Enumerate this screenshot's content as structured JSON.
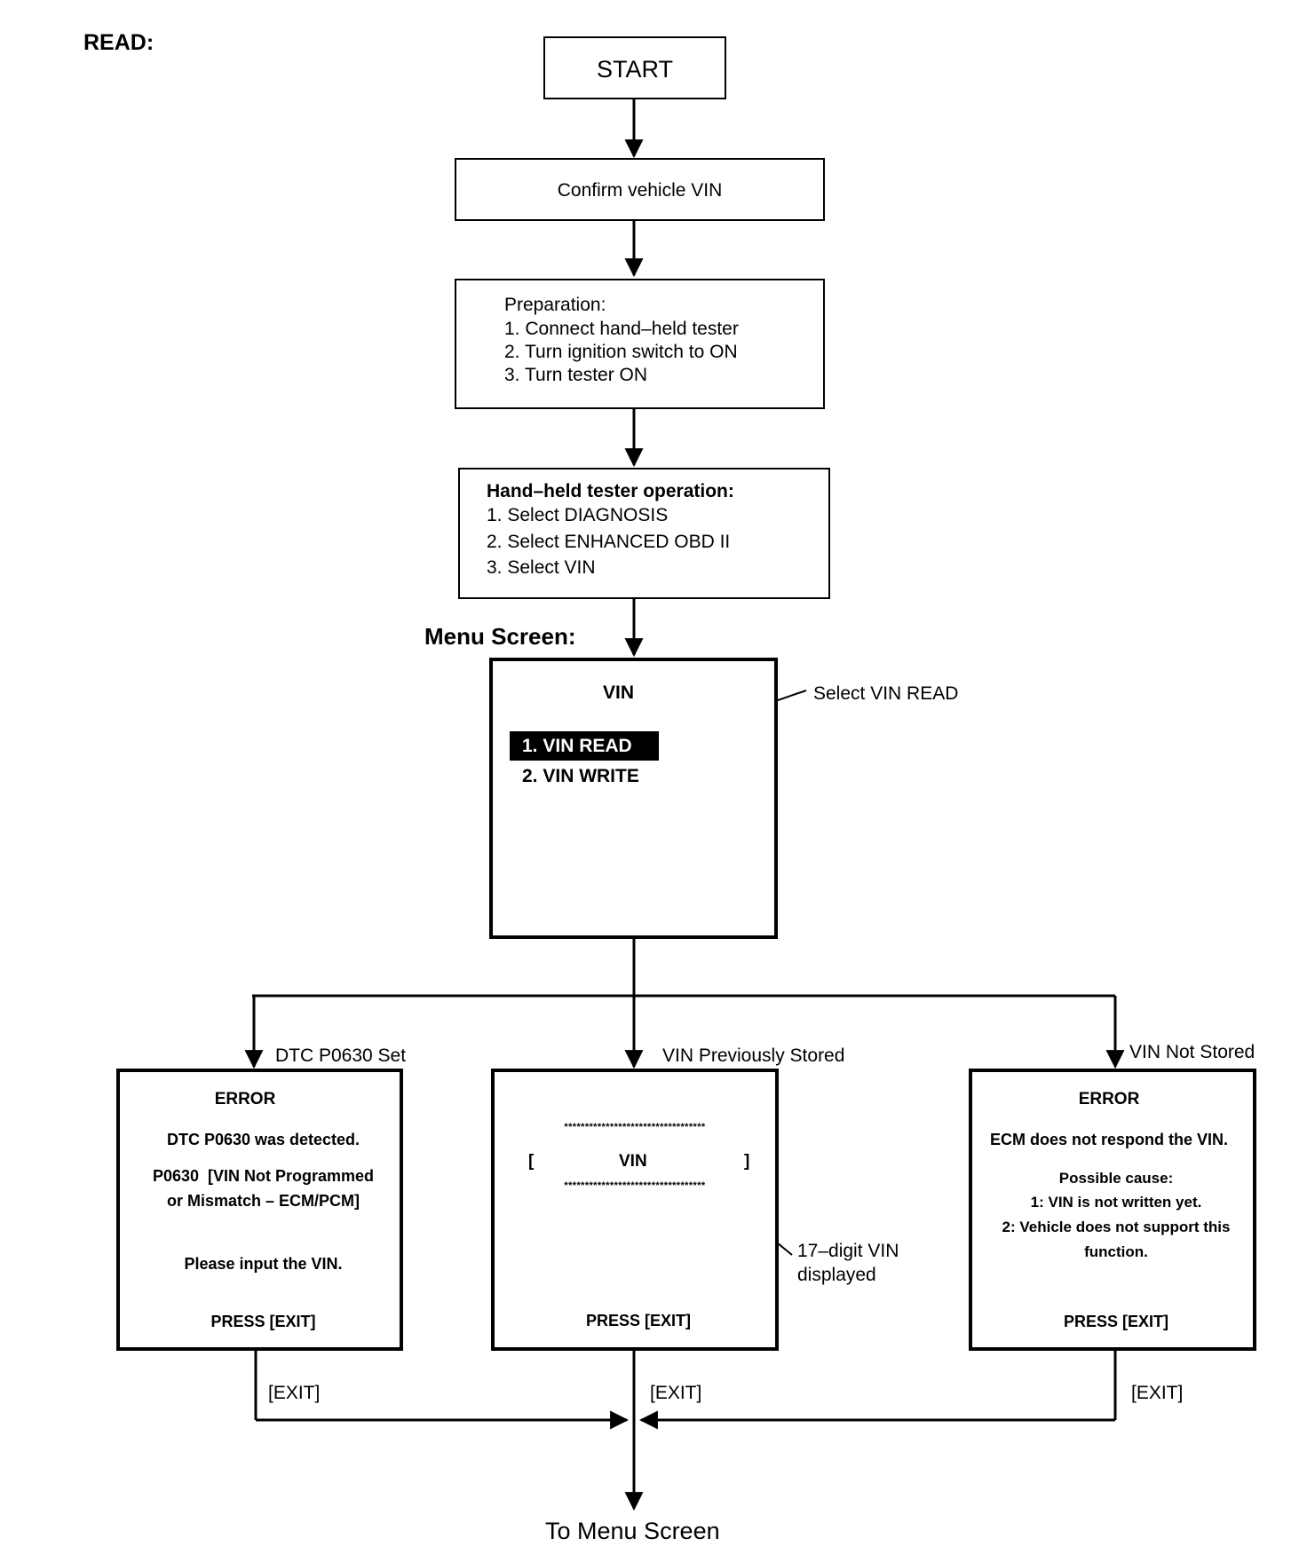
{
  "title": "READ:",
  "start": "START",
  "confirm_vin": "Confirm vehicle VIN",
  "preparation": {
    "heading": "Preparation:",
    "steps": [
      "1. Connect hand–held tester",
      "2. Turn ignition switch to ON",
      "3. Turn tester ON"
    ]
  },
  "tester_operation": {
    "heading": "Hand–held tester operation:",
    "steps": [
      "1. Select DIAGNOSIS",
      "2. Select ENHANCED OBD II",
      "3. Select VIN"
    ]
  },
  "menu_screen": {
    "label": "Menu Screen:",
    "title": "VIN",
    "items": [
      "1. VIN READ",
      "2. VIN WRITE"
    ],
    "callout": "Select VIN READ"
  },
  "branches": {
    "left_label": "DTC P0630 Set",
    "center_label": "VIN Previously Stored",
    "right_label": "VIN Not Stored"
  },
  "left_screen": {
    "title": "ERROR",
    "line1": "DTC P0630 was detected.",
    "line2": "P0630  [VIN Not Programmed",
    "line3": "or Mismatch – ECM/PCM]",
    "line4": "Please input the VIN.",
    "press": "PRESS [EXIT]"
  },
  "center_screen": {
    "stars": "**********************************",
    "bracket_open": "[",
    "vin": "VIN",
    "bracket_close": "]",
    "press": "PRESS [EXIT]",
    "callout_line1": "17–digit VIN",
    "callout_line2": "displayed"
  },
  "right_screen": {
    "title": "ERROR",
    "line1": "ECM does not respond the VIN.",
    "line2": "Possible cause:",
    "line3": "1: VIN is not written yet.",
    "line4": "2: Vehicle does not support this",
    "line5": "function.",
    "press": "PRESS [EXIT]"
  },
  "exit_label": "[EXIT]",
  "to_menu": "To Menu Screen"
}
